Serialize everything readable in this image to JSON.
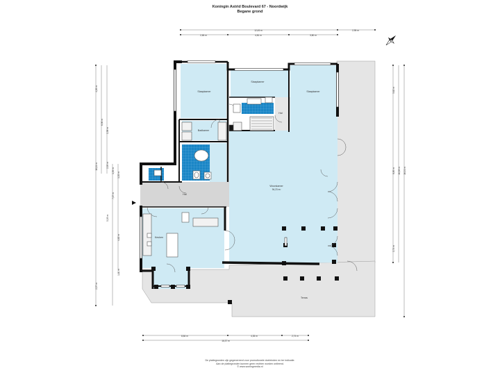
{
  "header": {
    "title": "Koningin Astrid Boulevard 67 - Noordwijk",
    "subtitle": "Begane grond"
  },
  "rooms": {
    "slaapkamer1": "Slaapkamer",
    "slaapkamer2": "Slaapkamer",
    "slaapkamer3": "Slaapkamer",
    "badkamer": "Badkamer",
    "hal_top": "Hal",
    "hal_mid": "Hal",
    "keuken": "Keuken",
    "woonkamer": "Woonkamer",
    "woonkamer_area": "94,23 m²",
    "terras": "Terras"
  },
  "dimensions": {
    "top_total": "12,45 m",
    "top_a": "2,65 m",
    "top_b": "4,81 m",
    "top_c": "3,80 m",
    "top_d": "2,95 m",
    "bottom_a": "8,84 m",
    "bottom_b": "4,35 m",
    "bottom_c": "2,74 m",
    "bottom_total": "16,37 m",
    "left_a": "4,26 m",
    "left_b": "6,36 m",
    "left_c": "2,58 m",
    "left_d": "2,95 m",
    "left_e": "1,59 m",
    "left_f": "16,11 m",
    "left_g": "1,52 m",
    "left_h": "7,07 m",
    "left_i": "5,93 m",
    "left_j": "4,62 m",
    "left_k": "1,60 m",
    "left_l": "2,37 m",
    "right_a": "3,62 m",
    "right_b": "8,85 m",
    "right_c": "16,38 m",
    "right_d": "16,51 m",
    "right_e": "2,74 m"
  },
  "footer": {
    "line1": "De plattegronden zijn gegenereerd voor promotionele doeleinden en ter indicatie.",
    "line2": "Aan de plattegronden kunnen geen rechten worden ontleend.",
    "line3": "© www.woningmedia.nl"
  },
  "colors": {
    "room_fill": "#cfeaf4",
    "bathroom_tile": "#1b86c6",
    "hall_fill": "#d6d6d6",
    "terrace_fill": "#e5e5e5",
    "wall": "#111111"
  }
}
